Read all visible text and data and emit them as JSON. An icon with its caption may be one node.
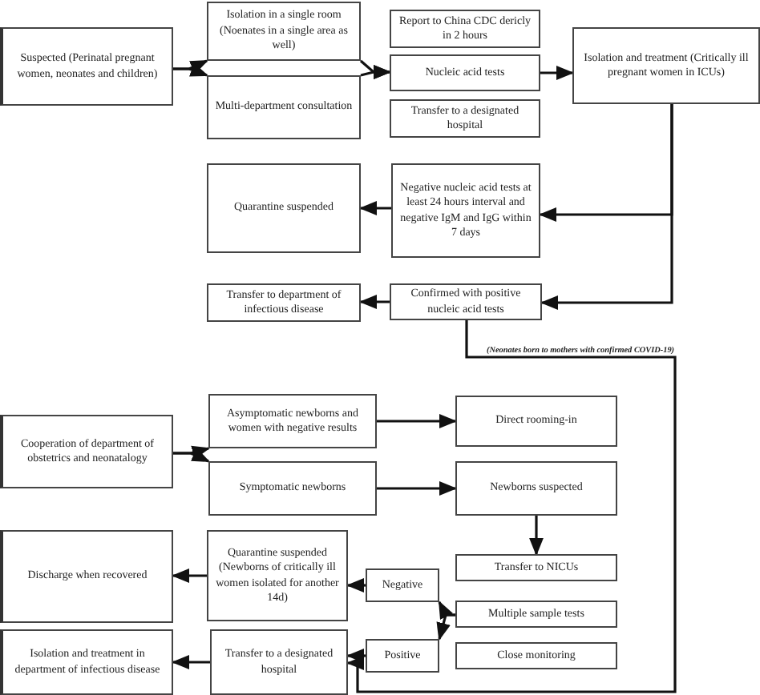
{
  "diagram": {
    "nodes": [
      {
        "text": [
          "Suspected (Perinatal pregnant women, neonates and children)"
        ]
      },
      {
        "text": [
          "Isolation in a single room (Noenates in a single area as well)"
        ]
      },
      {
        "text": [
          "Multi-department consultation"
        ]
      },
      {
        "text": [
          "Report to China CDC dericly in 2 hours"
        ]
      },
      {
        "text": [
          "Nucleic acid tests"
        ]
      },
      {
        "text": [
          "Transfer to a designated hospital"
        ]
      },
      {
        "text": [
          "Isolation and treatment (Critically ill pregnant women in ICUs)"
        ]
      },
      {
        "text": [
          "Quarantine suspended"
        ]
      },
      {
        "text": [
          "Negative nucleic acid tests at least 24 hours interval and negative IgM and IgG within 7 days"
        ]
      },
      {
        "text": [
          "Transfer to department of infectious disease"
        ]
      },
      {
        "text": [
          "Confirmed with positive nucleic acid tests"
        ]
      },
      {
        "text": [
          "Cooperation of department of obstetrics and neonatalogy"
        ]
      },
      {
        "text": [
          "Asymptomatic newborns and women with negative results"
        ]
      },
      {
        "text": [
          "Direct rooming-in"
        ]
      },
      {
        "text": [
          "Symptomatic newborns"
        ]
      },
      {
        "text": [
          "Newborns suspected"
        ]
      },
      {
        "text": [
          "Discharge when recovered"
        ]
      },
      {
        "text": [
          "Quarantine suspended (Newborns of critically ill women isolated for another 14d)"
        ]
      },
      {
        "text": [
          "Negative"
        ]
      },
      {
        "text": [
          "Transfer to NICUs"
        ]
      },
      {
        "text": [
          "Multiple sample tests"
        ]
      },
      {
        "text": [
          "Isolation and treatment in department of infectious disease"
        ]
      },
      {
        "text": [
          "Transfer to a designated hospital"
        ]
      },
      {
        "text": [
          "Positive"
        ]
      },
      {
        "text": [
          "Close monitoring"
        ]
      }
    ],
    "edges": [
      {
        "from": 0,
        "to": 1,
        "arrow": "to"
      },
      {
        "from": 0,
        "to": 2,
        "arrow": "to"
      },
      {
        "from": 1,
        "to": 4,
        "arrow": "to"
      },
      {
        "from": 2,
        "to": 4,
        "arrow": "to"
      },
      {
        "from": 4,
        "to": 6,
        "arrow": "to"
      },
      {
        "from": 6,
        "to": 8,
        "arrow": "to"
      },
      {
        "from": 6,
        "to": 10,
        "arrow": "to"
      },
      {
        "from": 8,
        "to": 7,
        "arrow": "to"
      },
      {
        "from": 10,
        "to": 9,
        "arrow": "to"
      },
      {
        "from": 10,
        "to": 22,
        "arrow": "to",
        "label": "(Neonates born to mothers with confirmed COVID-19)"
      },
      {
        "from": 11,
        "to": 12,
        "arrow": "to"
      },
      {
        "from": 11,
        "to": 14,
        "arrow": "to"
      },
      {
        "from": 12,
        "to": 13,
        "arrow": "to"
      },
      {
        "from": 14,
        "to": 15,
        "arrow": "to"
      },
      {
        "from": 15,
        "to": 19,
        "arrow": "to"
      },
      {
        "from": 20,
        "to": 18,
        "arrow": "to"
      },
      {
        "from": 20,
        "to": 23,
        "arrow": "to"
      },
      {
        "from": 18,
        "to": 17,
        "arrow": "to"
      },
      {
        "from": 23,
        "to": 22,
        "arrow": "to"
      },
      {
        "from": 17,
        "to": 16,
        "arrow": "to"
      },
      {
        "from": 22,
        "to": 21,
        "arrow": "to"
      }
    ]
  }
}
